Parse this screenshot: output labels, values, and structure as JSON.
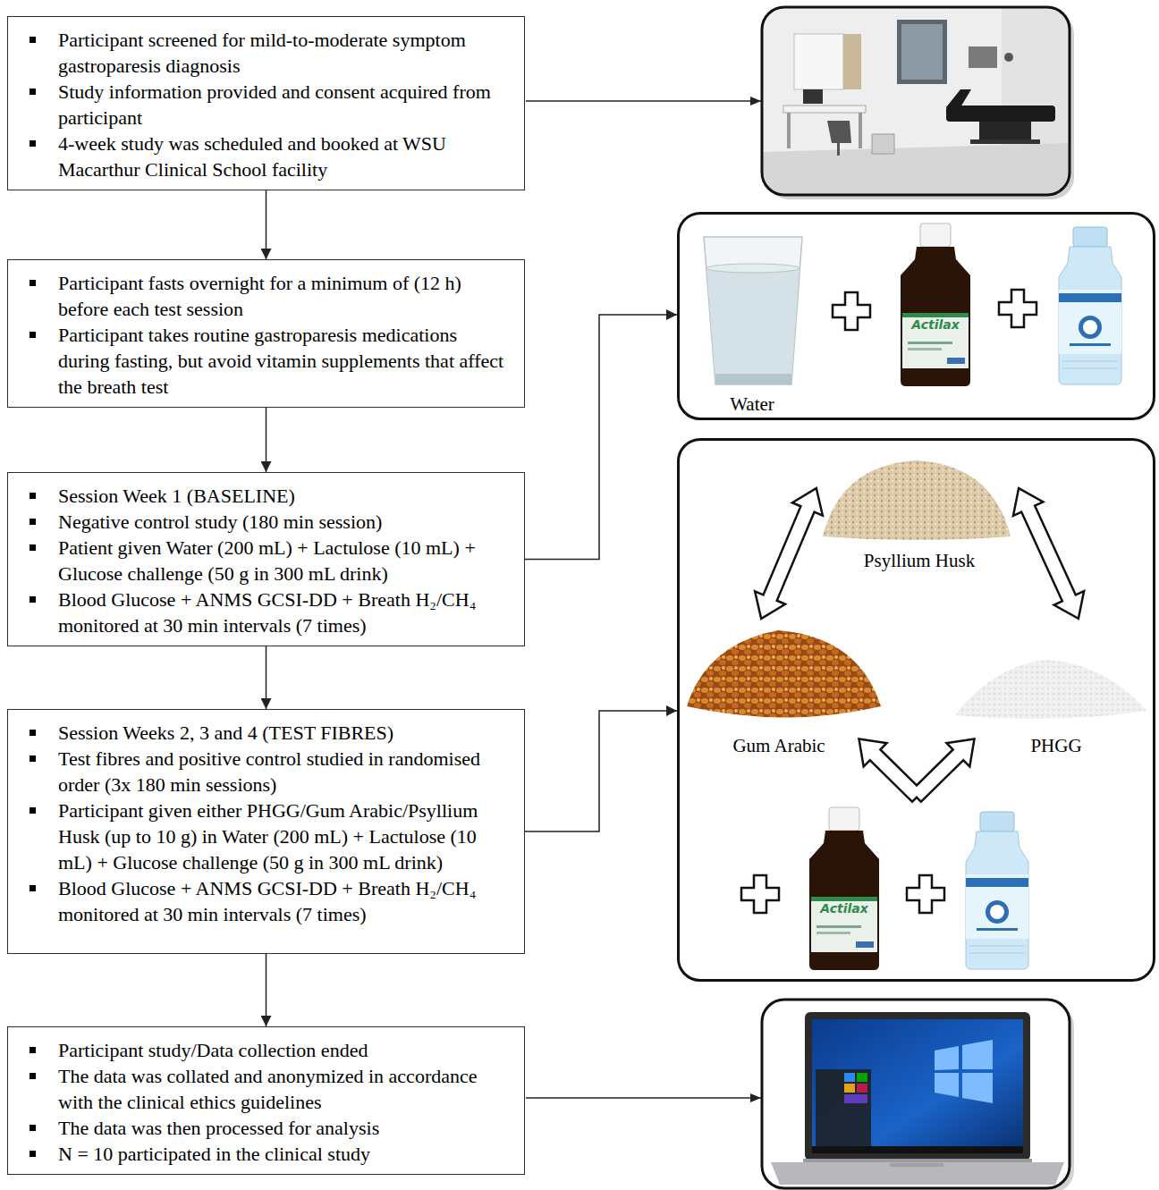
{
  "diagram": {
    "nodes": [
      {
        "text": [
          "Participant screened for mild-to-moderate symptom gastroparesis diagnosis",
          "Study information provided and consent acquired from participant",
          "4-week study was scheduled and booked at WSU Macarthur Clinical School facility"
        ]
      },
      {
        "text": [
          "Participant fasts overnight for a minimum of (12 h) before each test session",
          "Participant takes routine gastroparesis medications during fasting, but avoid vitamin supplements that affect the breath test"
        ]
      },
      {
        "text": [
          "Session Week 1 (BASELINE)",
          "Negative control study (180 min session)",
          "Patient given Water (200 mL) + Lactulose (10 mL) + Glucose challenge (50 g in 300 mL drink)",
          "Blood Glucose + ANMS GCSI-DD + Breath H₂/CH₄ monitored at 30 min intervals (7 times)"
        ]
      },
      {
        "text": [
          "Session Weeks 2, 3 and 4 (TEST FIBRES)",
          "Test fibres and positive control studied in randomised order (3x 180 min sessions)",
          "Participant given either PHGG/Gum Arabic/Psyllium Husk (up to 10 g) in Water (200 mL) + Lactulose (10 mL) + Glucose challenge (50 g in 300 mL drink)",
          "Blood Glucose + ANMS GCSI-DD + Breath H₂/CH₄ monitored at 30 min intervals (7 times)"
        ]
      },
      {
        "text": [
          "Participant study/Data collection ended",
          "The data was collated and anonymized in accordance with the clinical ethics guidelines",
          "The data was then processed for analysis",
          "N = 10 participated in the clinical study"
        ]
      },
      {
        "text": [
          "Water"
        ]
      },
      {
        "text": [
          "Psyllium Husk",
          "Gum Arabic",
          "PHGG"
        ]
      }
    ],
    "edges": [
      {
        "from": 0,
        "to": 1,
        "arrow": "to"
      },
      {
        "from": 1,
        "to": 2,
        "arrow": "to"
      },
      {
        "from": 2,
        "to": 3,
        "arrow": "to"
      },
      {
        "from": 3,
        "to": 4,
        "arrow": "to"
      },
      {
        "from": 2,
        "to": 5,
        "arrow": "to"
      },
      {
        "from": 3,
        "to": 6,
        "arrow": "to"
      }
    ],
    "labels": [
      "Actilax",
      "Actilax"
    ]
  }
}
